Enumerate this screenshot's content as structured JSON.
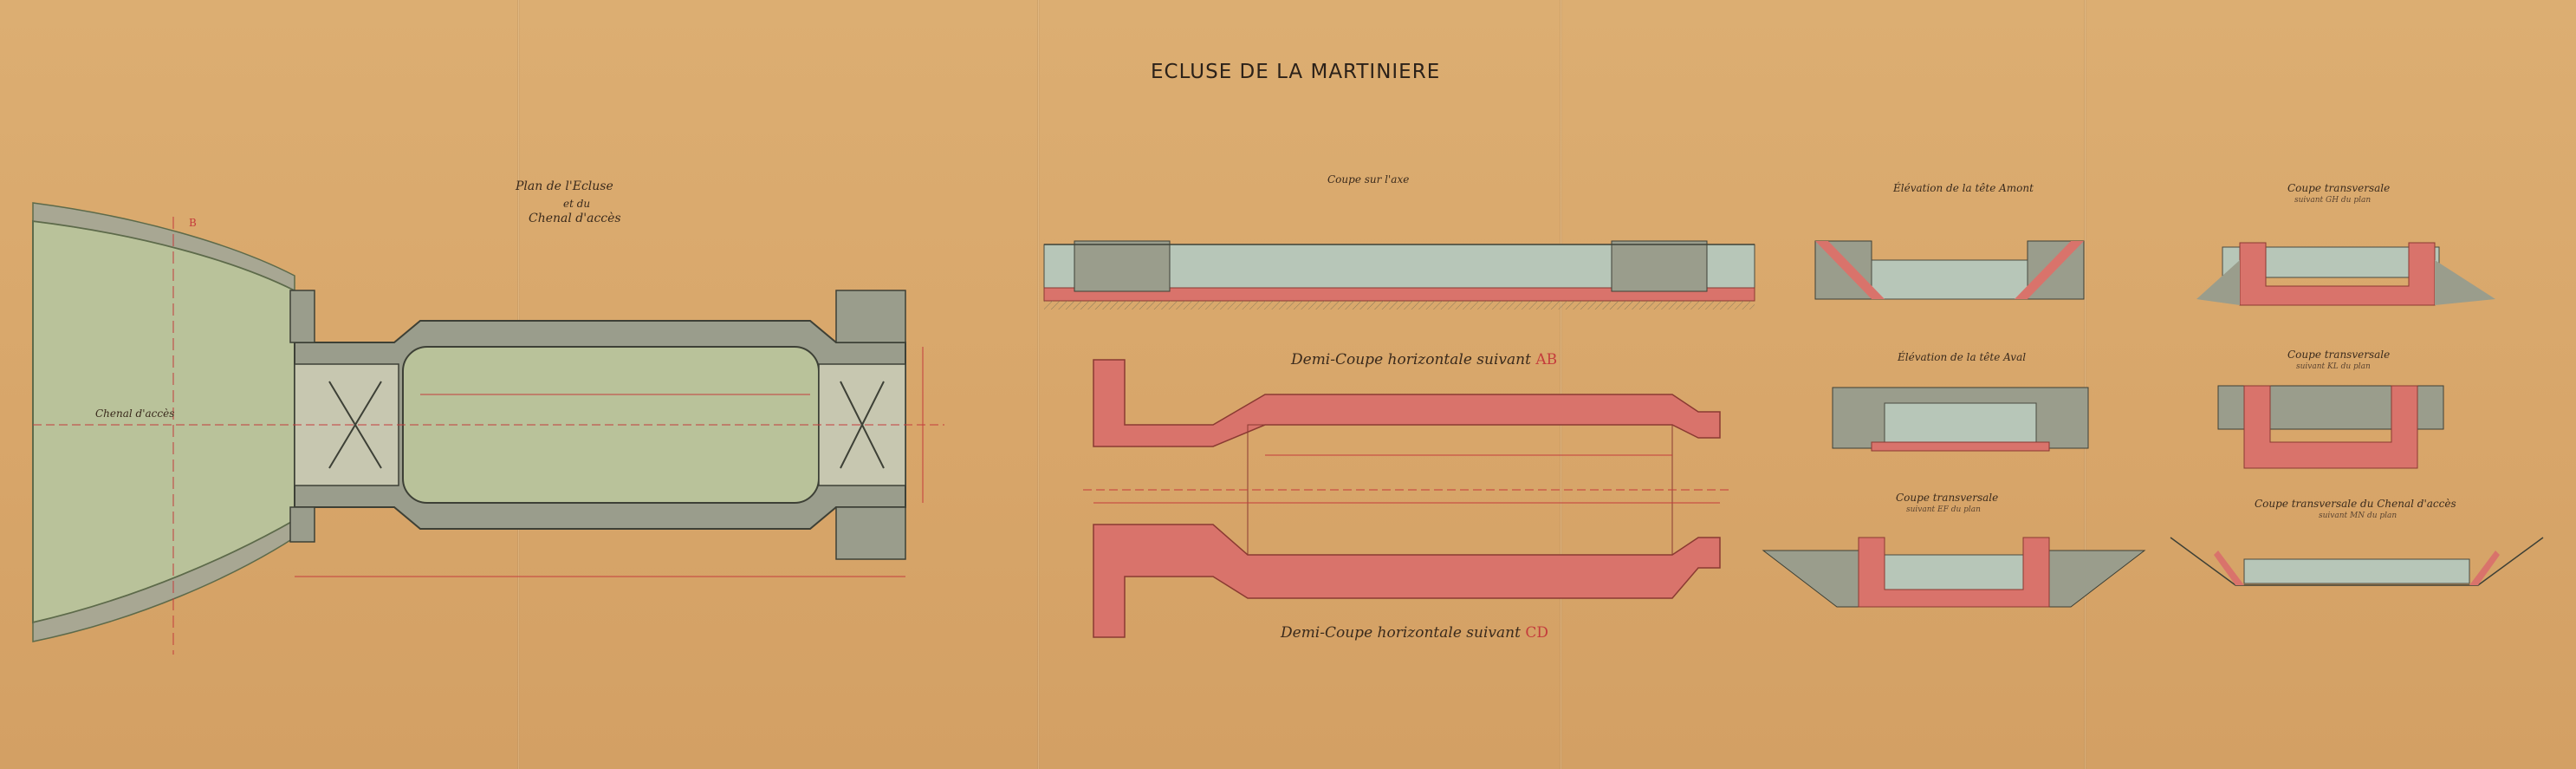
{
  "title": "ECLUSE DE LA MARTINIERE",
  "plan": {
    "title": "Plan de l'Ecluse",
    "conj": "et du",
    "subtitle": "Chenal d'accès",
    "chenal_label": "Chenal d'accès",
    "letter": "B"
  },
  "coupe_axe": {
    "title": "Coupe sur l'axe"
  },
  "demi_coupe_ab": {
    "prefix": "Demi-Coupe horizontale suivant",
    "letters": "AB"
  },
  "demi_coupe_cd": {
    "prefix": "Demi-Coupe horizontale suivant",
    "letters": "CD"
  },
  "elev_amont": {
    "title": "Élévation de la tête Amont"
  },
  "elev_aval": {
    "title": "Élévation de la tête Aval"
  },
  "coupe_gh": {
    "title": "Coupe transversale",
    "sub": "suivant GH du plan"
  },
  "coupe_kl": {
    "title": "Coupe transversale",
    "sub": "suivant KL du plan"
  },
  "coupe_ef": {
    "title": "Coupe transversale",
    "sub": "suivant EF du plan"
  },
  "coupe_mn": {
    "title": "Coupe transversale du Chenal d'accès",
    "sub": "suivant MN du plan"
  },
  "colors": {
    "paper": "#d9a86c",
    "ink": "#3a2a1c",
    "masonry_red": "#d9736b",
    "water_green": "#b9c29a",
    "stone_gray": "#9a9d8c",
    "annotation_red": "#c43c3c"
  }
}
